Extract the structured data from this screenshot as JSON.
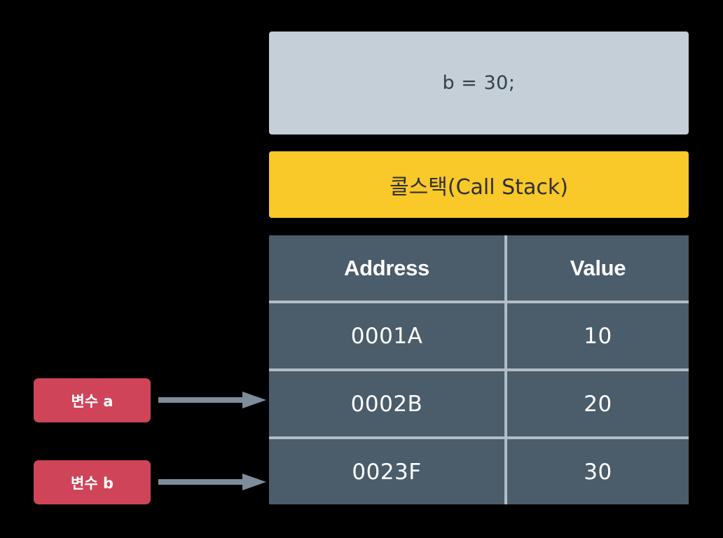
{
  "code_box": {
    "statement": "b = 30;",
    "bg_color": "#c4cfd8",
    "text_color": "#32414e"
  },
  "callstack_banner": {
    "label": "콜스택(Call Stack)",
    "bg_color": "#f9c829",
    "text_color": "#2f2f2f"
  },
  "memory_table": {
    "bg_color": "#4b5c6b",
    "divider_color": "#b3bdc6",
    "columns": [
      "Address",
      "Value"
    ],
    "rows": [
      {
        "address": "0001A",
        "value": "10"
      },
      {
        "address": "0002B",
        "value": "20"
      },
      {
        "address": "0023F",
        "value": "30"
      }
    ]
  },
  "pointers": [
    {
      "label": "변수 a",
      "arrow_icon": "arrow-right-icon",
      "target_address": "0002B"
    },
    {
      "label": "변수 b",
      "arrow_icon": "arrow-right-icon",
      "target_address": "0023F"
    }
  ],
  "colors": {
    "background": "#000000",
    "badge": "#cf4458",
    "arrow": "#7d8d9c",
    "accent_yellow": "#f9c829",
    "slate": "#4b5c6b"
  }
}
